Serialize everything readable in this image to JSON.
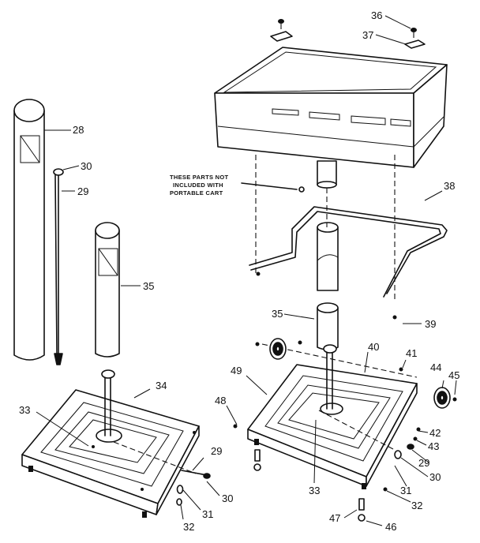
{
  "labels": {
    "p28": "28",
    "p30a": "30",
    "p29a": "29",
    "p35a": "35",
    "p36": "36",
    "p37": "37",
    "p38": "38",
    "p35b": "35",
    "p39": "39",
    "p40": "40",
    "p41": "41",
    "p44": "44",
    "p45": "45",
    "p49": "49",
    "p48": "48",
    "p42": "42",
    "p43": "43",
    "p29b": "29",
    "p30b": "30",
    "p31b": "31",
    "p32b": "32",
    "p33b": "33",
    "p47": "47",
    "p46": "46",
    "p34": "34",
    "p33a": "33",
    "p29c": "29",
    "p30c": "30",
    "p31a": "31",
    "p32a": "32"
  },
  "note": {
    "line1": "THESE PARTS NOT",
    "line2": "INCLUDED WITH",
    "line3": "PORTABLE CART"
  }
}
